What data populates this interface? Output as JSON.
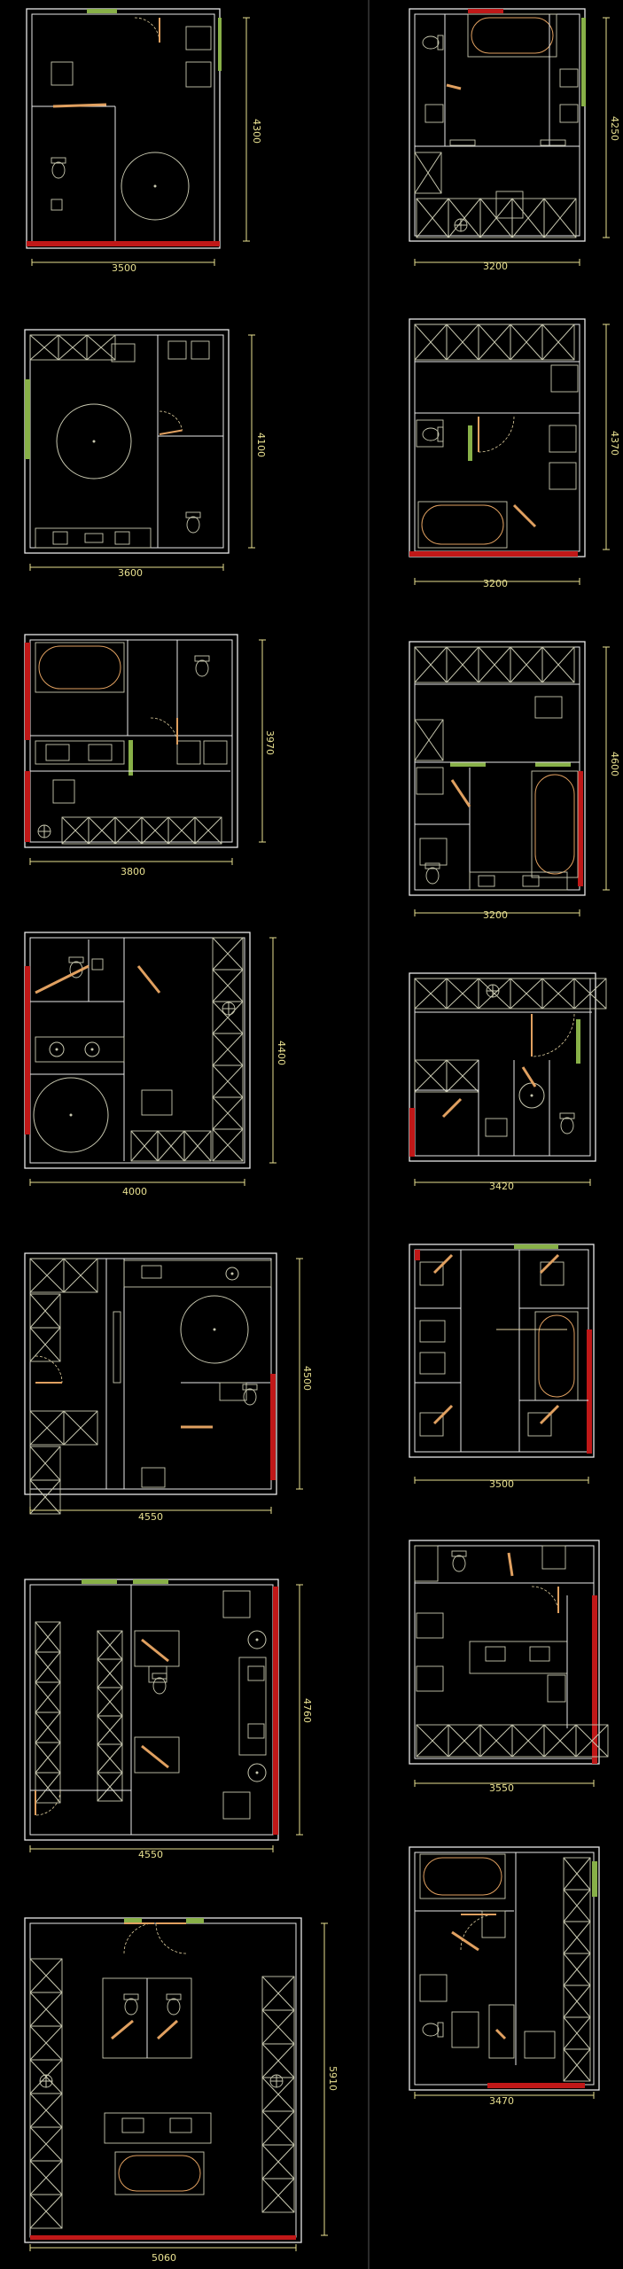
{
  "colors": {
    "background": "#000000",
    "wall": "#e8e8e8",
    "furniture": "#c8c8b0",
    "door_swing": "#e0d0a0",
    "dimension": "#e8e090",
    "window_red": "#c01818",
    "window_green": "#88b048",
    "accent_orange": "#e0a060"
  },
  "plans": [
    {
      "id": "plan-left-1",
      "width_label": "3500",
      "height_label": "4300"
    },
    {
      "id": "plan-left-2",
      "width_label": "3600",
      "height_label": "4100"
    },
    {
      "id": "plan-left-3",
      "width_label": "3800",
      "height_label": "3970"
    },
    {
      "id": "plan-left-4",
      "width_label": "4000",
      "height_label": "4400"
    },
    {
      "id": "plan-left-5",
      "width_label": "4550",
      "height_label": "4500"
    },
    {
      "id": "plan-left-6",
      "width_label": "4550",
      "height_label": "4760"
    },
    {
      "id": "plan-left-7",
      "width_label": "5060",
      "height_label": "5910"
    },
    {
      "id": "plan-right-1",
      "width_label": "3200",
      "height_label": "4250"
    },
    {
      "id": "plan-right-2",
      "width_label": "3200",
      "height_label": "4370"
    },
    {
      "id": "plan-right-3",
      "width_label": "3200",
      "height_label": "4600"
    },
    {
      "id": "plan-right-4",
      "width_label": "3420",
      "height_label": ""
    },
    {
      "id": "plan-right-5",
      "width_label": "3500",
      "height_label": ""
    },
    {
      "id": "plan-right-6",
      "width_label": "3550",
      "height_label": ""
    },
    {
      "id": "plan-right-7",
      "width_label": "3470",
      "height_label": ""
    }
  ]
}
